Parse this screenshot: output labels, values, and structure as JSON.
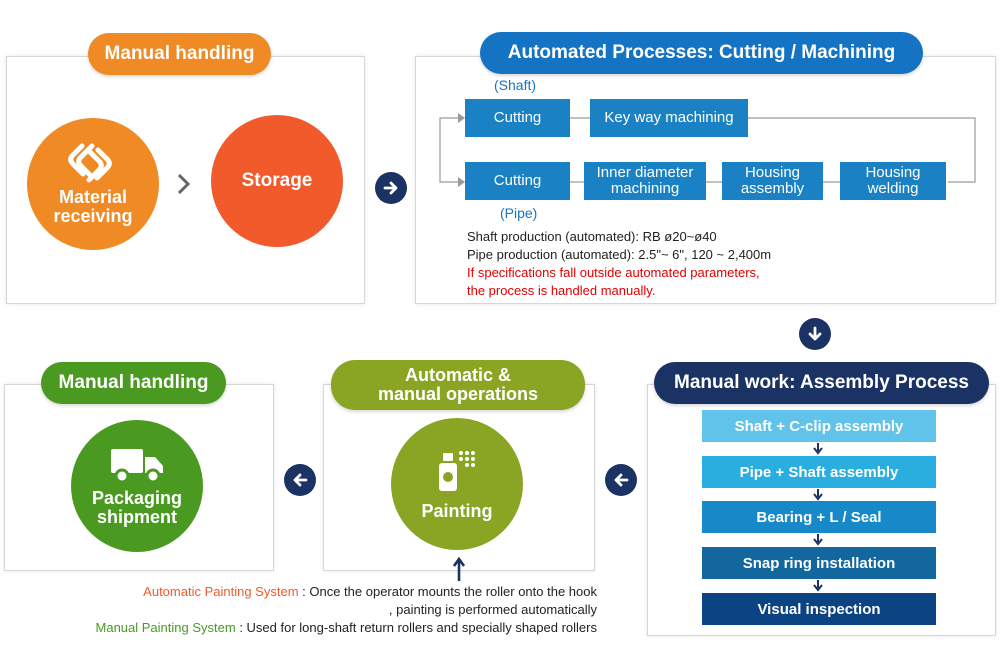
{
  "top_left": {
    "title": "Manual handling",
    "material_receiving": "Material receiving",
    "storage": "Storage"
  },
  "top_right": {
    "title": "Automated Processes: Cutting / Machining",
    "shaft_label": "(Shaft)",
    "pipe_label": "(Pipe)",
    "shaft_row": [
      "Cutting",
      "Key way machining"
    ],
    "pipe_row": [
      "Cutting",
      "Inner diameter machining",
      "Housing assembly",
      "Housing welding"
    ],
    "notes": [
      "Shaft production (automated): RB ø20~ø40",
      "Pipe production (automated): 2.5\"~ 6\", 120 ~ 2,400m"
    ],
    "warning": [
      "If specifications fall outside automated parameters,",
      "the process is handled manually."
    ]
  },
  "assembly": {
    "title": "Manual work: Assembly Process",
    "steps": [
      "Shaft + C-clip assembly",
      "Pipe + Shaft assembly",
      "Bearing + L / Seal",
      "Snap ring installation",
      "Visual inspection"
    ],
    "step_colors": [
      "#62c3ea",
      "#2aaee0",
      "#1889c8",
      "#12679f",
      "#0c4383"
    ]
  },
  "painting": {
    "title_line1": "Automatic &",
    "title_line2": "manual operations",
    "circle": "Painting"
  },
  "packaging": {
    "title": "Manual handling",
    "circle": "Packaging shipment"
  },
  "footnotes": {
    "auto_label": "Automatic Painting System",
    "auto_text": " : Once the operator mounts the roller onto the hook",
    "auto_text2": ", painting is performed automatically",
    "manual_label": "Manual Painting System",
    "manual_text": " : Used for long-shaft return rollers and specially shaped rollers"
  },
  "colors": {
    "orange": "#f08a24",
    "orange_dark": "#f15a2b",
    "blue_pill": "#1473c2",
    "navy": "#1a3364",
    "process_blue": "#1a82c4",
    "olive": "#8aa523",
    "green": "#4a9a22",
    "red_text": "#e30000"
  },
  "icons": [
    "material-receiving-icon",
    "spray-can-icon",
    "delivery-truck-icon",
    "arrow-right-icon",
    "arrow-down-icon",
    "arrow-left-icon",
    "arrow-up-icon"
  ]
}
